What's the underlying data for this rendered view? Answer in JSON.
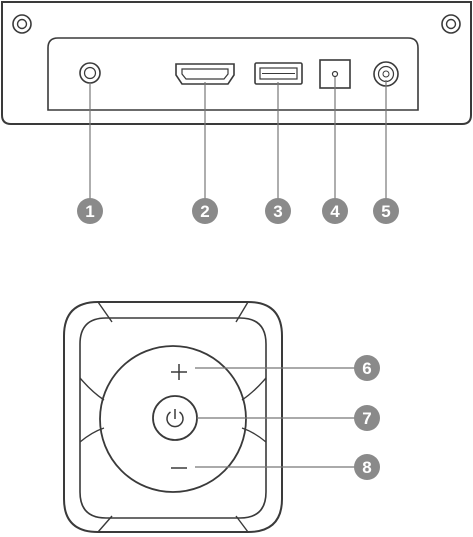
{
  "rear_panel": {
    "ports": [
      {
        "id": 1,
        "label": "1"
      },
      {
        "id": 2,
        "label": "2"
      },
      {
        "id": 3,
        "label": "3"
      },
      {
        "id": 4,
        "label": "4"
      },
      {
        "id": 5,
        "label": "5"
      }
    ]
  },
  "control_pad": {
    "buttons": [
      {
        "id": 6,
        "label": "6",
        "symbol": "plus"
      },
      {
        "id": 7,
        "label": "7",
        "symbol": "power"
      },
      {
        "id": 8,
        "label": "8",
        "symbol": "minus"
      }
    ]
  },
  "colors": {
    "outline": "#3a3a3a",
    "leader": "#777777",
    "callout_fill": "#8a8a8a",
    "callout_text": "#ffffff"
  }
}
